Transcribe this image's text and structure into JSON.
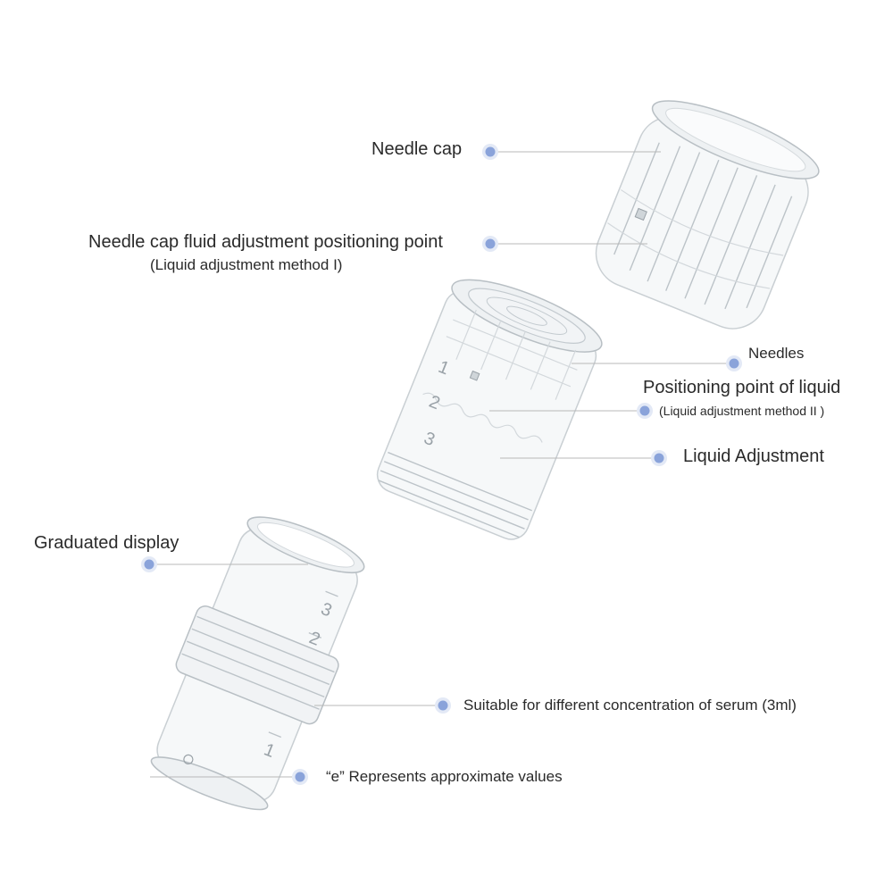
{
  "labels": {
    "needle_cap": "Needle cap",
    "cap_point_line1": "Needle cap fluid adjustment positioning point",
    "cap_point_line2": "(Liquid adjustment method I)",
    "needles": "Needles",
    "positioning_line1": "Positioning point of liquid",
    "positioning_line2": "(Liquid adjustment method  II )",
    "liquid_adjustment": "Liquid Adjustment",
    "graduated_display": "Graduated display",
    "serum": "Suitable for different concentration of serum (3ml)",
    "approx": "“e”  Represents approximate values"
  },
  "scale": {
    "mid": [
      "1",
      "2",
      "3"
    ],
    "bottom": [
      "1",
      "2",
      "3"
    ]
  },
  "colors": {
    "dot": "#8aa3da",
    "dot_halo": "#e3e9f6",
    "leader": "#b8b8b8",
    "text": "#2a2a2a"
  }
}
